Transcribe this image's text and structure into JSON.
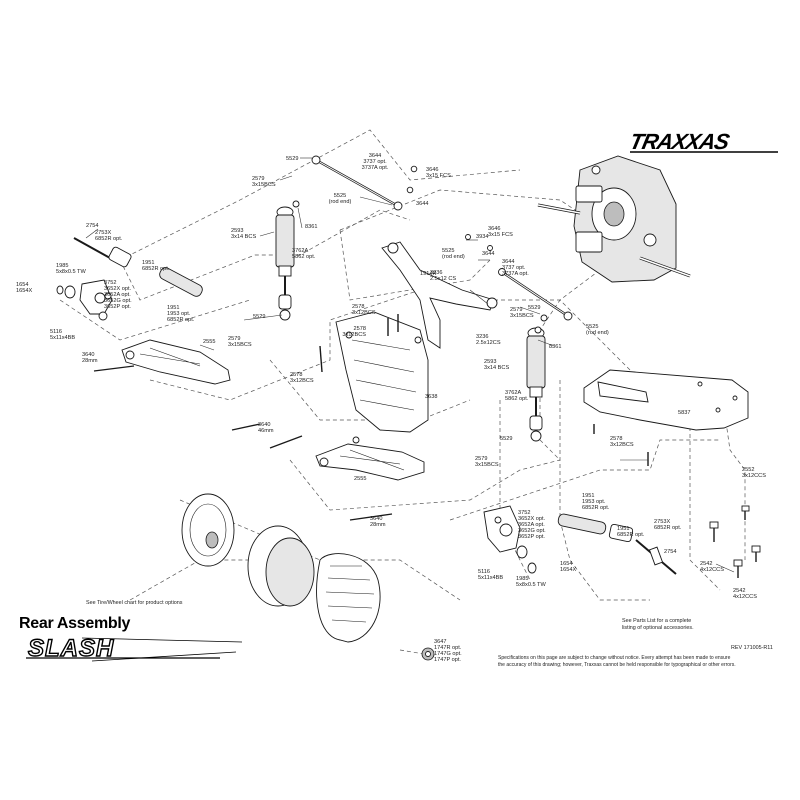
{
  "header": {
    "brand": "TRAXXAS",
    "assembly_title": "Rear Assembly",
    "model_logo": "SLASH"
  },
  "notes": {
    "tire_wheel": "See Tire/Wheel chart for product options",
    "parts_list_1": "See Parts List for a complete",
    "parts_list_2": "listing of optional accessories.",
    "revision": "REV 171005-R11",
    "disclaimer_1": "Specifications on this page are subject to change without notice. Every attempt has been made to ensure",
    "disclaimer_2": "the accuracy of this drawing; however, Traxxas cannot be held responsible for typographical or other errors."
  },
  "callouts": [
    {
      "id": "c5529a",
      "lines": [
        "5529"
      ]
    },
    {
      "id": "c2579a",
      "lines": [
        "2579",
        "3x15BCS"
      ]
    },
    {
      "id": "c3644a",
      "lines": [
        "3644",
        "3737 opt.",
        "3737A opt."
      ]
    },
    {
      "id": "c3646a",
      "lines": [
        "3646",
        "3x15 FCS"
      ]
    },
    {
      "id": "c5525a",
      "lines": [
        "5525",
        "(rod end)"
      ]
    },
    {
      "id": "c3644b",
      "lines": [
        "3644"
      ]
    },
    {
      "id": "c2754a",
      "lines": [
        "2754"
      ]
    },
    {
      "id": "c2753a",
      "lines": [
        "2753X",
        "6852R opt."
      ]
    },
    {
      "id": "c2593a",
      "lines": [
        "2593",
        "3x14 BCS"
      ]
    },
    {
      "id": "c8361a",
      "lines": [
        "8361"
      ]
    },
    {
      "id": "c1985a",
      "lines": [
        "1985",
        "5x8x0.5 TW"
      ]
    },
    {
      "id": "c1951a",
      "lines": [
        "1951",
        "6852R opt."
      ]
    },
    {
      "id": "c1654a",
      "lines": [
        "1654",
        "1654X"
      ]
    },
    {
      "id": "c3752a",
      "lines": [
        "3752",
        "3652X opt.",
        "3652A opt.",
        "3652G opt.",
        "3652P opt."
      ]
    },
    {
      "id": "c3762a",
      "lines": [
        "3762A",
        "5862 opt."
      ]
    },
    {
      "id": "c1951b",
      "lines": [
        "1951",
        "1953 opt.",
        "6852R opt."
      ]
    },
    {
      "id": "c5116a",
      "lines": [
        "5116",
        "5x11x4BB"
      ]
    },
    {
      "id": "c5529b",
      "lines": [
        "5529"
      ]
    },
    {
      "id": "c2579b",
      "lines": [
        "2579",
        "3x15BCS"
      ]
    },
    {
      "id": "c3640a",
      "lines": [
        "3640",
        "28mm"
      ]
    },
    {
      "id": "c2555a",
      "lines": [
        "2555"
      ]
    },
    {
      "id": "c2578a",
      "lines": [
        "2578",
        "3x12BCS"
      ]
    },
    {
      "id": "c3934",
      "lines": [
        "3934"
      ]
    },
    {
      "id": "c3646b",
      "lines": [
        "3646",
        "3x15 FCS"
      ]
    },
    {
      "id": "c5525b",
      "lines": [
        "5525",
        "(rod end)"
      ]
    },
    {
      "id": "c3644c",
      "lines": [
        "3644"
      ]
    },
    {
      "id": "c1914",
      "lines": [
        "1914R"
      ]
    },
    {
      "id": "c3236a",
      "lines": [
        "3236",
        "2.5x12 CS"
      ]
    },
    {
      "id": "c3644d",
      "lines": [
        "3644",
        "3737 opt.",
        "3737A opt."
      ]
    },
    {
      "id": "c2578b",
      "lines": [
        "2578",
        "3x12BCS"
      ]
    },
    {
      "id": "c5529c",
      "lines": [
        "5529"
      ]
    },
    {
      "id": "c2579c",
      "lines": [
        "2579",
        "3x15BCS"
      ]
    },
    {
      "id": "c5525c",
      "lines": [
        "5525",
        "(rod end)"
      ]
    },
    {
      "id": "c3236b",
      "lines": [
        "3236",
        "2.5x12CS"
      ]
    },
    {
      "id": "c8361b",
      "lines": [
        "8361"
      ]
    },
    {
      "id": "c2593b",
      "lines": [
        "2593",
        "3x14 BCS"
      ]
    },
    {
      "id": "c2578c",
      "lines": [
        "2578",
        "3x12BCS"
      ]
    },
    {
      "id": "c3638",
      "lines": [
        "3638"
      ]
    },
    {
      "id": "c3762b",
      "lines": [
        "3762A",
        "5862 opt."
      ]
    },
    {
      "id": "c3640b",
      "lines": [
        "3640",
        "46mm"
      ]
    },
    {
      "id": "c5837",
      "lines": [
        "5837"
      ]
    },
    {
      "id": "c2578d",
      "lines": [
        "2578",
        "3x12BCS"
      ]
    },
    {
      "id": "c5529d",
      "lines": [
        "5529"
      ]
    },
    {
      "id": "c2579d",
      "lines": [
        "2579",
        "3x15BCS"
      ]
    },
    {
      "id": "c2552",
      "lines": [
        "2552",
        "3x12CCS"
      ]
    },
    {
      "id": "c2555b",
      "lines": [
        "2555"
      ]
    },
    {
      "id": "c1951c",
      "lines": [
        "1951",
        "1953 opt.",
        "6852R opt."
      ]
    },
    {
      "id": "c3752b",
      "lines": [
        "3752",
        "3652X opt.",
        "3652A opt.",
        "3652G opt.",
        "3652P opt."
      ]
    },
    {
      "id": "c3640c",
      "lines": [
        "3640",
        "28mm"
      ]
    },
    {
      "id": "c1951d",
      "lines": [
        "1951",
        "6852R opt."
      ]
    },
    {
      "id": "c2753b",
      "lines": [
        "2753X",
        "6852R opt."
      ]
    },
    {
      "id": "c2754b",
      "lines": [
        "2754"
      ]
    },
    {
      "id": "c2542a",
      "lines": [
        "2542",
        "4x12CCS"
      ]
    },
    {
      "id": "c2542b",
      "lines": [
        "2542",
        "4x12CCS"
      ]
    },
    {
      "id": "c1654b",
      "lines": [
        "1654",
        "1654X"
      ]
    },
    {
      "id": "c5116b",
      "lines": [
        "5116",
        "5x11x4BB"
      ]
    },
    {
      "id": "c1985b",
      "lines": [
        "1985",
        "5x8x0.5 TW"
      ]
    },
    {
      "id": "c3647",
      "lines": [
        "3647",
        "1747R opt.",
        "1747G opt.",
        "1747P opt."
      ]
    }
  ]
}
